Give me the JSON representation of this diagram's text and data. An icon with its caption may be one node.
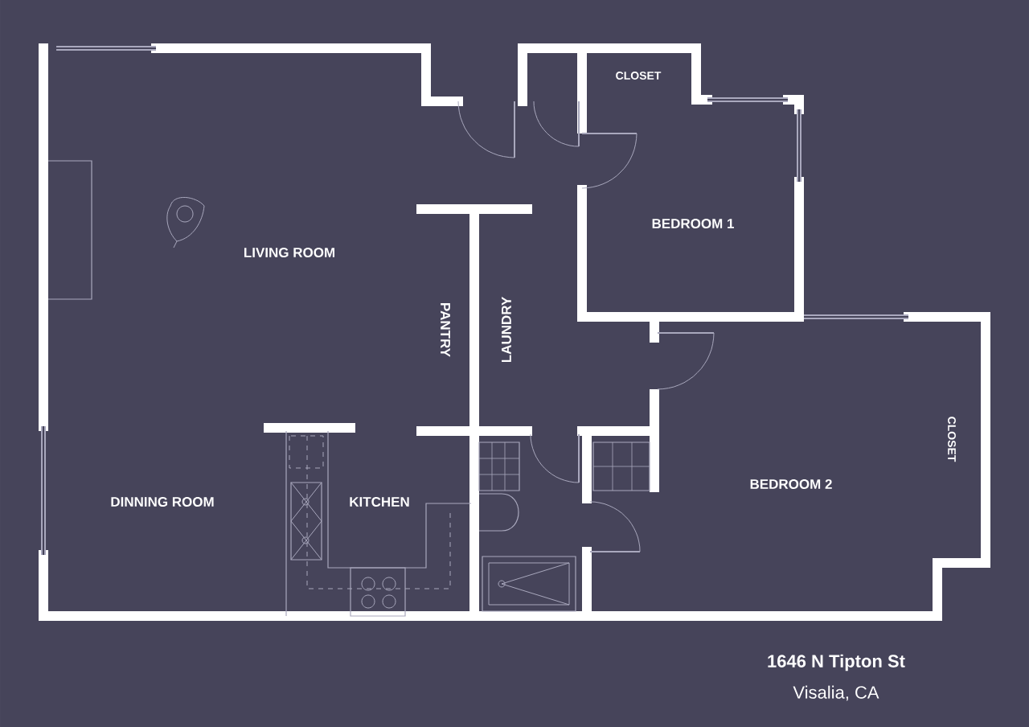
{
  "diagram": {
    "labels": [
      "CLOSET",
      "LIVING ROOM",
      "BEDROOM 1",
      "PANTRY",
      "LAUNDRY",
      "CLOSET",
      "DINNING ROOM",
      "KITCHEN",
      "BEDROOM 2",
      "1646 N Tipton St",
      "Visalia, CA"
    ]
  }
}
